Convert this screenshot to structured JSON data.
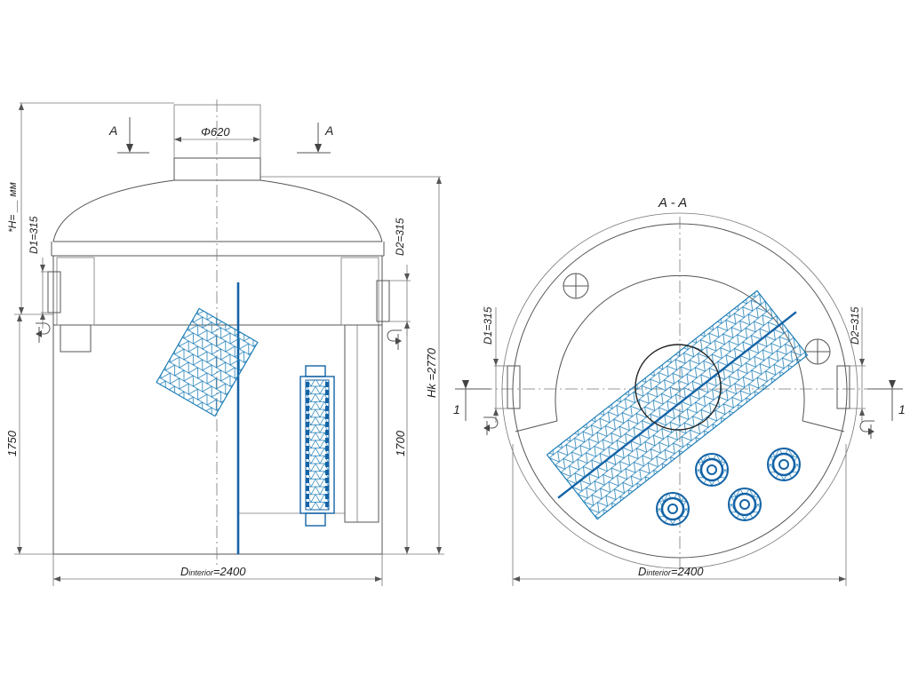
{
  "labels": {
    "section_a_left": "A",
    "section_a_right": "A",
    "neck_diameter": "Φ620",
    "h_star": "*H= __ мм",
    "d1_left": "D1=315",
    "d2_left": "D2=315",
    "hk": "Hk =2770",
    "h1750": "1750",
    "h1700": "1700",
    "dint_left_main": "D",
    "dint_left_sub": "interior",
    "dint_left_val": "=2400",
    "section_title": "A - A",
    "d1_right": "D1=315",
    "d2_right": "D2=315",
    "level_left": "1",
    "level_right": "1",
    "dint_right_main": "D",
    "dint_right_sub": "interior",
    "dint_right_val": "=2400"
  },
  "colors": {
    "line": "#555555",
    "accent_blue": "#1463a6",
    "mesh_blue": "#1f7fb8"
  },
  "icons": {
    "flow_arrow": "u-turn-arrow-icon",
    "hatch_circle": "crossed-circle-icon"
  }
}
